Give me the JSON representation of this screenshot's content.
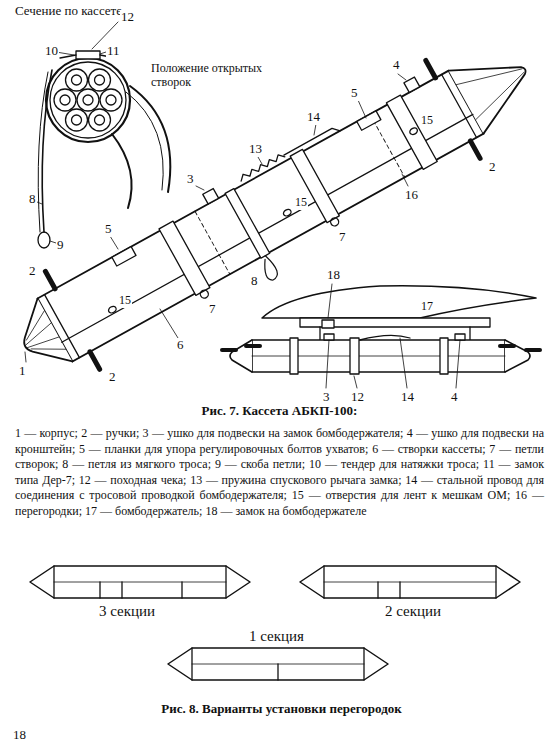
{
  "diagram": {
    "caption": "Рис. 7. Кассета АБКП-100:",
    "labels": [
      "Сечение по кассете",
      "12",
      "10",
      "11",
      "Положение открытых створок",
      "4",
      "14",
      "2",
      "16",
      "15",
      "5",
      "13",
      "3",
      "5",
      "15",
      "8",
      "15",
      "7",
      "7",
      "8",
      "9",
      "2",
      "2",
      "1",
      "6",
      "18",
      "17",
      "3",
      "12",
      "14",
      "4",
      "1 — корпус; 2 — ручки; 3 — ушко для подвески на замок бомбодержателя; 4 — ушко для подвески на кронштейн; 5 — планки для упора регулировочных болтов ухватов; 6 — створки кассеты; 7 — петли створок; 8 — петля из мягкого троса; 9 — скоба петли; 10 — тендер для натяжки троса; 11 — замок типа Дер-7; 12 — походная чека; 13 — пружина спускового рычага замка; 14 — стальной провод для соединения с тросовой проводкой бомбодержателя; 15 — отверстия для лент к мешкам ОМ; 16 — перегородки; 17 — бомбодержатель; 18 — замок на бомбодержателе",
      "3 секции",
      "2 секции",
      "1 секция",
      "Рис. 8. Варианты установки перегородок",
      "18"
    ]
  }
}
